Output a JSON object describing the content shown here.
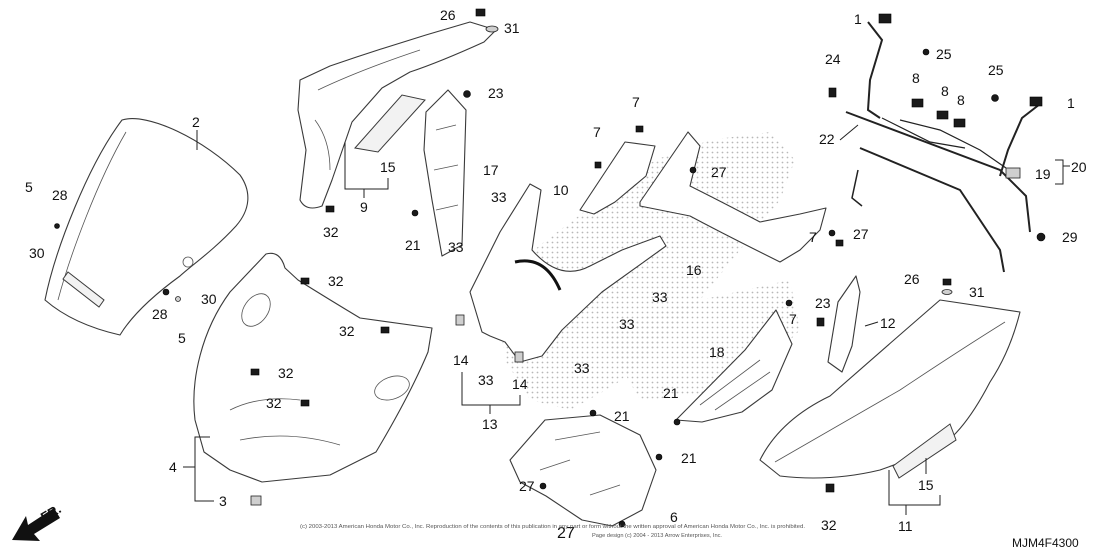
{
  "diagram": {
    "callouts": [
      "26",
      "31",
      "23",
      "15",
      "17",
      "9",
      "32",
      "2",
      "5",
      "28",
      "30",
      "21",
      "33",
      "33",
      "33",
      "33",
      "33",
      "33",
      "14",
      "14",
      "13",
      "32",
      "32",
      "32",
      "32",
      "28",
      "30",
      "5",
      "4",
      "3",
      "7",
      "7",
      "10",
      "27",
      "16",
      "27",
      "1",
      "25",
      "24",
      "8",
      "8",
      "8",
      "25",
      "1",
      "22",
      "19",
      "20",
      "29",
      "7",
      "26",
      "31",
      "23",
      "7",
      "12",
      "18",
      "21",
      "21",
      "21",
      "27",
      "6",
      "27",
      "11",
      "15",
      "32"
    ],
    "orientation_label": "FR.",
    "figure_code": "MJM4F4300",
    "copyright_line1": "(c) 2003-2013 American Honda Motor Co., Inc. Reproduction of the contents of this publication in any part or form without the written approval of American Honda Motor Co., Inc. is prohibited.",
    "copyright_line2": "Page design (c) 2004 - 2013 Arrow Enterprises, Inc."
  }
}
